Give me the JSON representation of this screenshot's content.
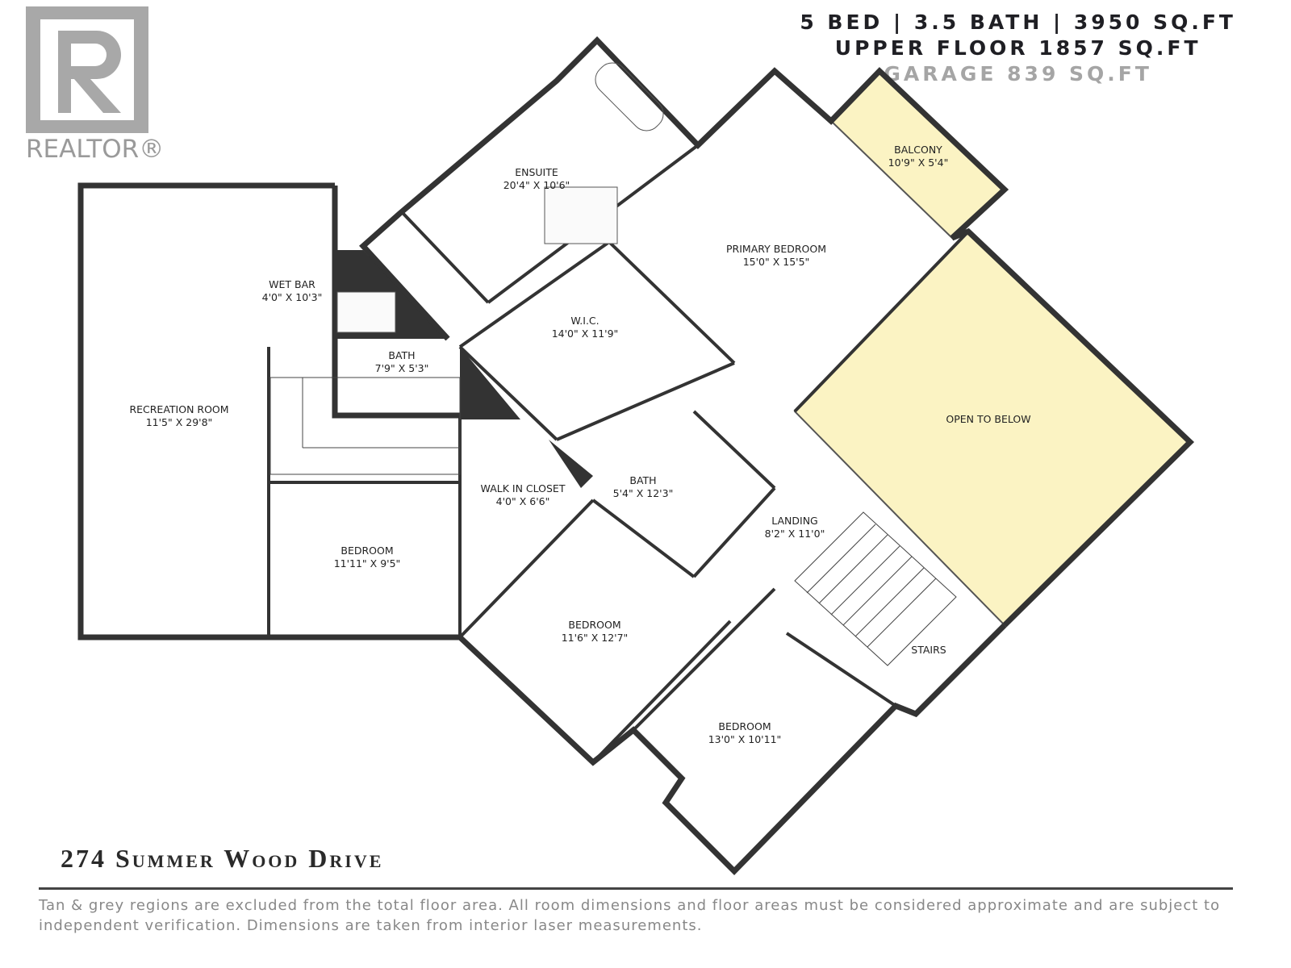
{
  "logo": {
    "text": "REALTOR®"
  },
  "stats": {
    "line1": "5 BED | 3.5 BATH | 3950 SQ.FT",
    "line2": "UPPER FLOOR 1857 SQ.FT",
    "line3": "GARAGE 839 SQ.FT"
  },
  "colors": {
    "highlight": "#fbf3c3",
    "wall": "#333333",
    "logo_grey": "#a8a8a8"
  },
  "rooms": [
    {
      "name": "ENSUITE",
      "dims": "20'4\" X 10'6\""
    },
    {
      "name": "BALCONY",
      "dims": "10'9\" X 5'4\""
    },
    {
      "name": "PRIMARY BEDROOM",
      "dims": "15'0\" X 15'5\""
    },
    {
      "name": "WET BAR",
      "dims": "4'0\" X 10'3\""
    },
    {
      "name": "W.I.C.",
      "dims": "14'0\" X 11'9\""
    },
    {
      "name": "BATH",
      "dims": "7'9\" X 5'3\""
    },
    {
      "name": "RECREATION ROOM",
      "dims": "11'5\" X 29'8\""
    },
    {
      "name": "OPEN TO BELOW",
      "dims": ""
    },
    {
      "name": "WALK IN CLOSET",
      "dims": "4'0\" X 6'6\""
    },
    {
      "name": "BATH",
      "dims": "5'4\" X 12'3\""
    },
    {
      "name": "LANDING",
      "dims": "8'2\" X 11'0\""
    },
    {
      "name": "BEDROOM",
      "dims": "11'11\" X 9'5\""
    },
    {
      "name": "BEDROOM",
      "dims": "11'6\" X 12'7\""
    },
    {
      "name": "STAIRS",
      "dims": ""
    },
    {
      "name": "BEDROOM",
      "dims": "13'0\" X 10'11\""
    }
  ],
  "address": "274 Summer Wood Drive",
  "disclaimer": "Tan & grey regions are excluded from the total floor area. All room dimensions and floor areas must be considered approximate and are subject to independent verification. Dimensions are taken from interior laser measurements."
}
